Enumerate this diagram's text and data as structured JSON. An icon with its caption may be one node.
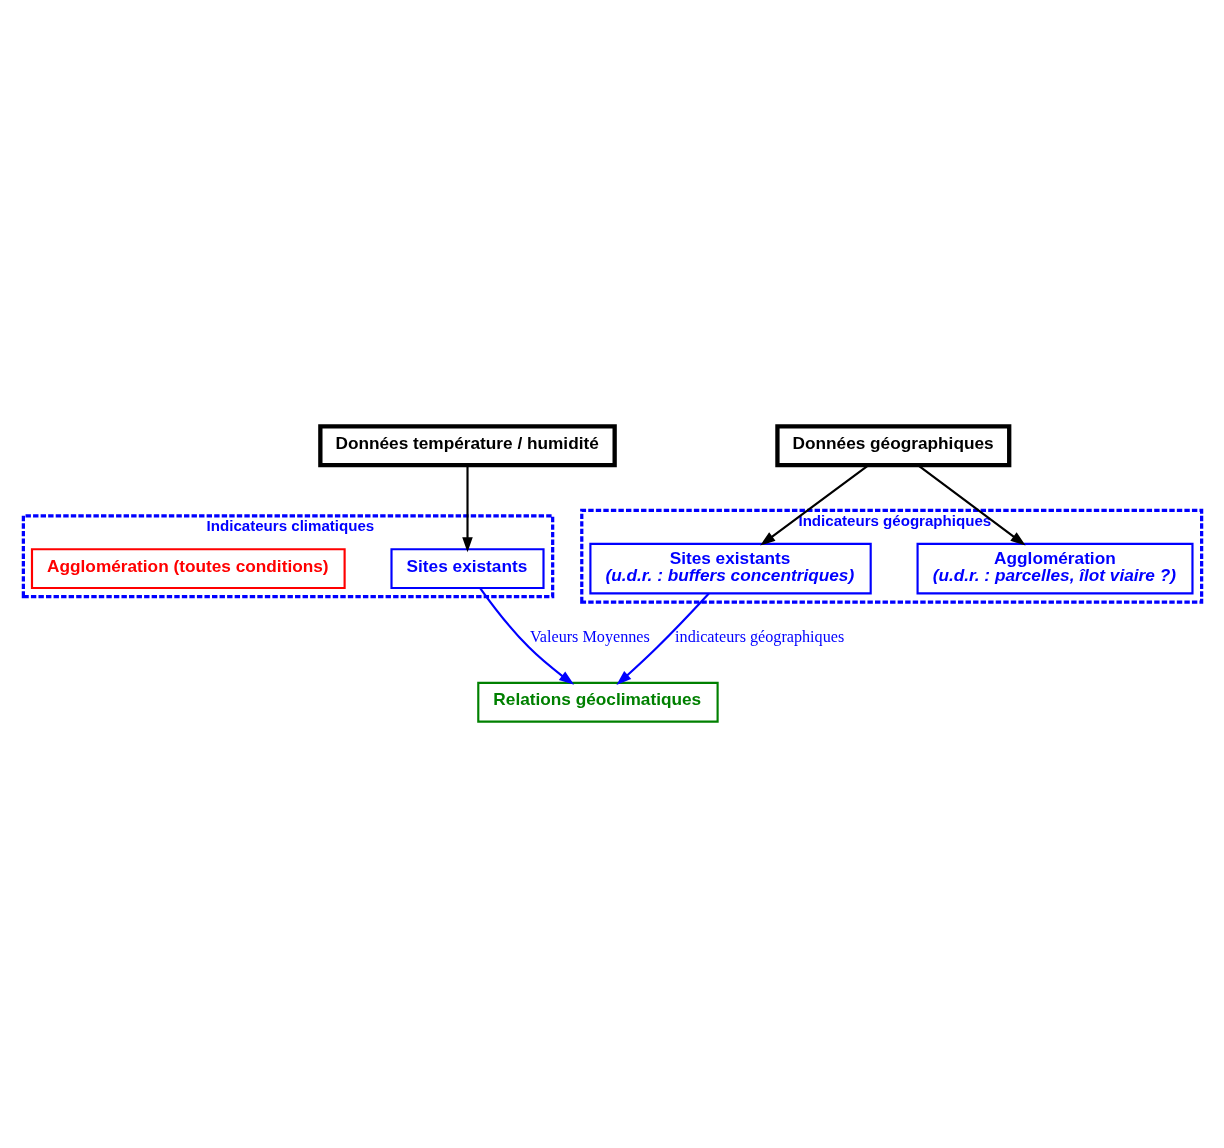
{
  "diagram": {
    "nodes": [
      {
        "text": [
          "Données température / humidité"
        ]
      },
      {
        "text": [
          "Indicateurs climatiques"
        ]
      },
      {
        "text": [
          "Sites existants"
        ],
        "in": 1
      },
      {
        "text": [
          "Agglomération (toutes conditions)"
        ],
        "in": 1
      },
      {
        "text": [
          "Relations géoclimatiques"
        ]
      },
      {
        "text": [
          "Indicateurs géographiques"
        ]
      },
      {
        "text": [
          "Sites existants",
          "(u.d.r. : buffers concentriques)"
        ],
        "in": 5
      },
      {
        "text": [
          "Agglomération",
          "(u.d.r. : parcelles, îlot viaire ?)"
        ],
        "in": 5
      },
      {
        "text": [
          "Données géographiques"
        ]
      }
    ],
    "edges": [
      {
        "from": 0,
        "to": 2,
        "arrow": "to",
        "color": "#000000"
      },
      {
        "from": 2,
        "to": 4,
        "arrow": "to",
        "label": "Valeurs Moyennes",
        "color": "#0000ff"
      },
      {
        "from": 6,
        "to": 4,
        "arrow": "to",
        "label": "indicateurs géographiques",
        "color": "#0000ff"
      },
      {
        "from": 8,
        "to": 6,
        "arrow": "to",
        "color": "#000000"
      },
      {
        "from": 8,
        "to": 7,
        "arrow": "to",
        "color": "#000000"
      }
    ]
  }
}
